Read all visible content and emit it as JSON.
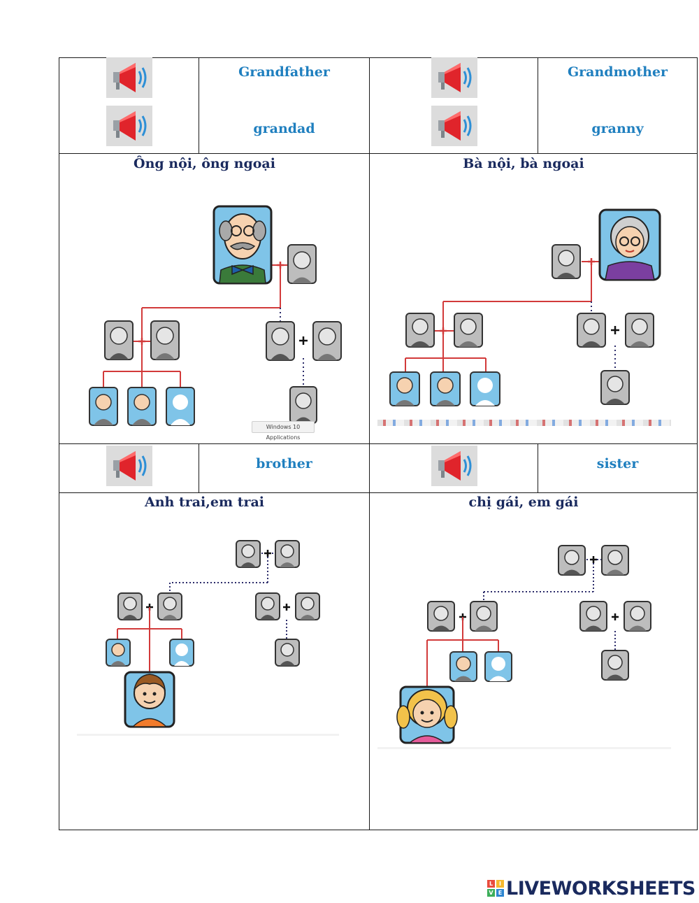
{
  "cards": [
    {
      "words": [
        "Grandfather",
        "grandad"
      ],
      "heading": "Ông nội, ông ngoại"
    },
    {
      "words": [
        "Grandmother",
        "granny"
      ],
      "heading": "Bà nội, bà ngoại"
    },
    {
      "words": [
        "brother"
      ],
      "heading": "Anh trai,em trai"
    },
    {
      "words": [
        "sister"
      ],
      "heading": "chị gái, em gái"
    }
  ],
  "screenshot_label": "Windows 10 Applications",
  "brand": {
    "name": "LIVEWORKSHEETS",
    "block_letters": [
      "L",
      "I",
      "V",
      "E"
    ]
  },
  "colors": {
    "word": "#1f7fbf",
    "heading": "#1a2a5e",
    "red_line": "#d23a3a",
    "dotted_line": "#2c2c6a",
    "photo_blue": "#7fc4e8"
  },
  "icons": [
    "speaker-icon"
  ]
}
